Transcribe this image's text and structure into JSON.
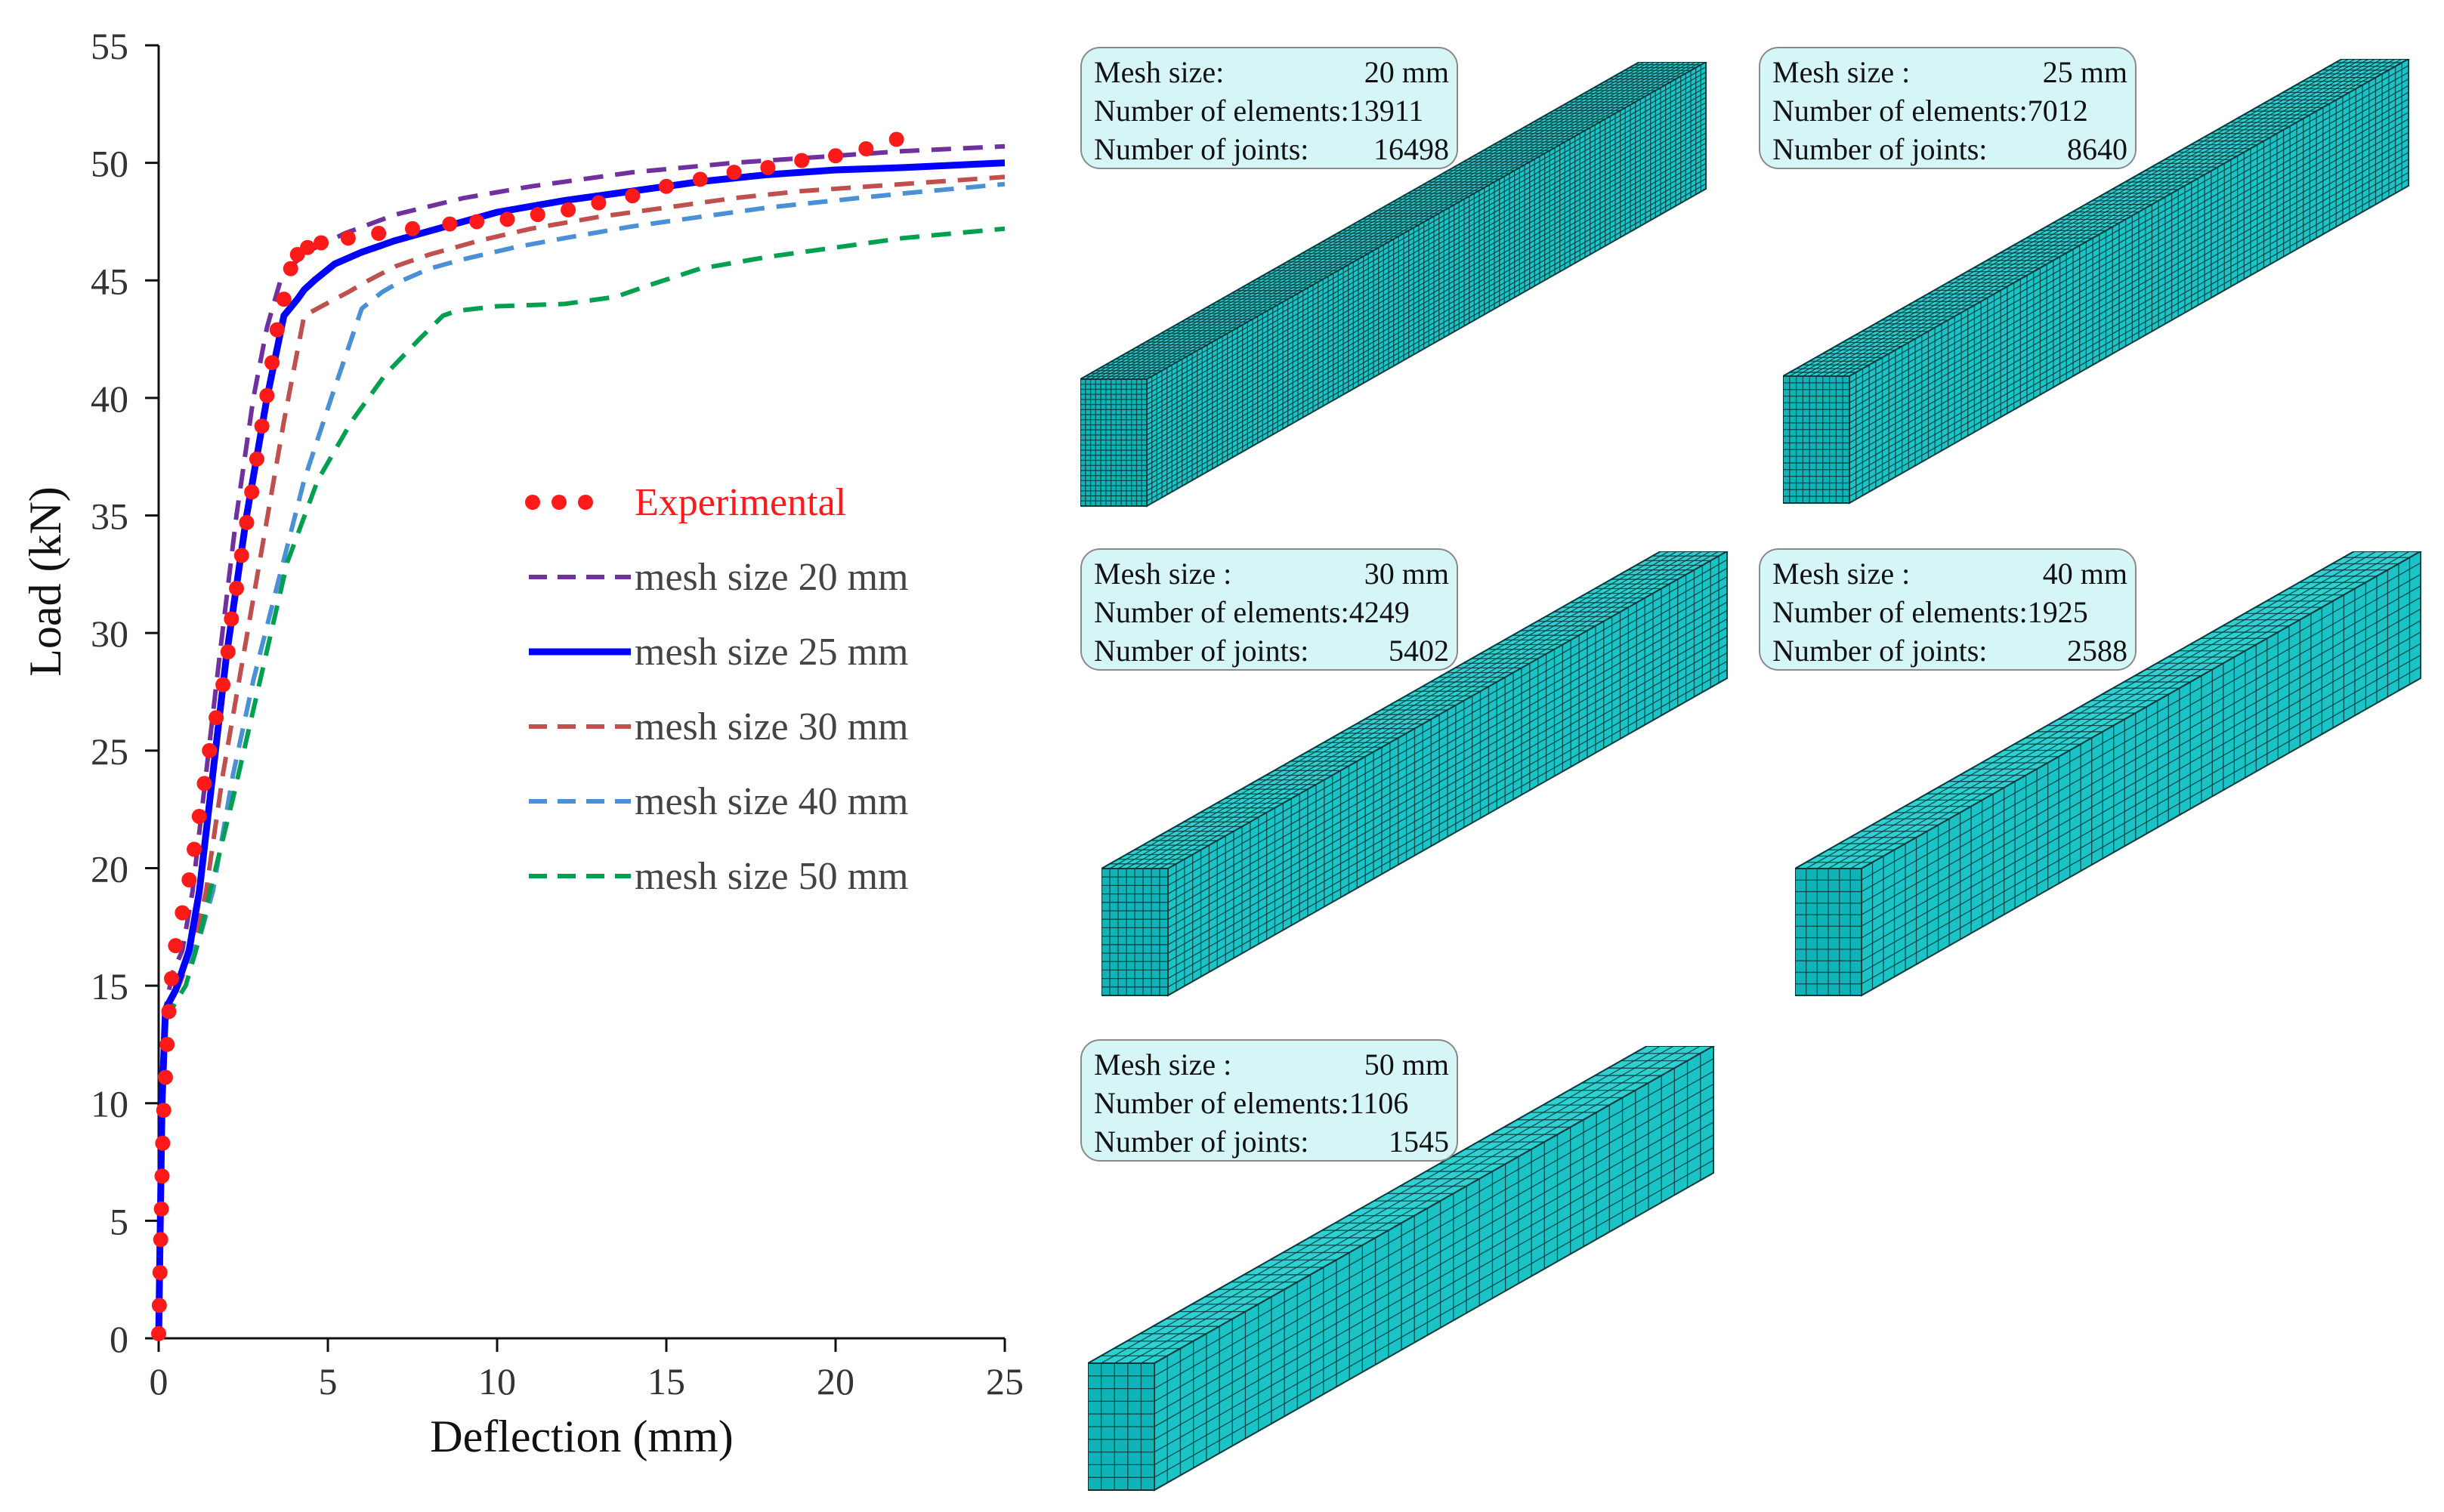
{
  "chart_data": {
    "type": "line",
    "xlabel": "Deflection (mm)",
    "ylabel": "Load (kN)",
    "xlim": [
      0,
      25
    ],
    "ylim": [
      0,
      55
    ],
    "xticks": [
      "0",
      "5",
      "10",
      "15",
      "20",
      "25"
    ],
    "yticks": [
      "0",
      "5",
      "10",
      "15",
      "20",
      "25",
      "30",
      "35",
      "40",
      "45",
      "50",
      "55"
    ],
    "grid": false,
    "legend_position": "center-right",
    "series": [
      {
        "name": "Experimental",
        "style": "dotted-markers",
        "color": "#ff1a1a",
        "x": [
          0.0,
          0.02,
          0.04,
          0.06,
          0.08,
          0.1,
          0.12,
          0.15,
          0.2,
          0.25,
          0.3,
          0.38,
          0.5,
          0.7,
          0.9,
          1.05,
          1.2,
          1.35,
          1.5,
          1.7,
          1.9,
          2.05,
          2.15,
          2.3,
          2.45,
          2.6,
          2.75,
          2.9,
          3.05,
          3.2,
          3.35,
          3.5,
          3.7,
          3.9,
          4.1,
          4.4,
          4.8,
          5.6,
          6.5,
          7.5,
          8.6,
          9.4,
          10.3,
          11.2,
          12.1,
          13.0,
          14.0,
          15.0,
          16.0,
          17.0,
          18.0,
          19.0,
          20.0,
          20.9,
          21.8
        ],
        "y": [
          0.2,
          1.4,
          2.8,
          4.2,
          5.5,
          6.9,
          8.3,
          9.7,
          11.1,
          12.5,
          13.9,
          15.3,
          16.7,
          18.1,
          19.5,
          20.8,
          22.2,
          23.6,
          25.0,
          26.4,
          27.8,
          29.2,
          30.6,
          31.9,
          33.3,
          34.7,
          36.0,
          37.4,
          38.8,
          40.1,
          41.5,
          42.9,
          44.2,
          45.5,
          46.1,
          46.4,
          46.6,
          46.8,
          47.0,
          47.2,
          47.4,
          47.5,
          47.6,
          47.8,
          48.0,
          48.3,
          48.6,
          49.0,
          49.3,
          49.6,
          49.8,
          50.1,
          50.3,
          50.6,
          51.0
        ]
      },
      {
        "name": "mesh size 20 mm",
        "style": "dashed",
        "color": "#7030a0",
        "x": [
          0.0,
          0.05,
          0.1,
          0.2,
          0.4,
          0.7,
          1.0,
          1.4,
          1.8,
          2.3,
          2.8,
          3.2,
          3.5,
          3.6,
          3.8,
          4.5,
          5.5,
          7.0,
          9.0,
          11.0,
          14.0,
          17.0,
          20.0,
          22.0,
          25.0
        ],
        "y": [
          0.0,
          5.0,
          10.0,
          14.0,
          15.5,
          16.5,
          19.0,
          24.0,
          29.0,
          35.0,
          40.0,
          43.0,
          44.5,
          45.0,
          45.5,
          46.3,
          47.0,
          47.8,
          48.5,
          49.0,
          49.6,
          50.0,
          50.3,
          50.5,
          50.7
        ]
      },
      {
        "name": "mesh size 25 mm",
        "style": "solid",
        "color": "#0000ff",
        "x": [
          0.0,
          0.05,
          0.1,
          0.2,
          0.5,
          0.9,
          1.2,
          1.6,
          2.0,
          2.6,
          3.2,
          3.7,
          4.1,
          4.3,
          4.6,
          5.2,
          6.0,
          7.0,
          8.5,
          10.0,
          12.0,
          14.0,
          16.0,
          18.0,
          20.0,
          22.0,
          25.0
        ],
        "y": [
          0.0,
          5.0,
          10.0,
          14.0,
          14.8,
          16.5,
          19.0,
          24.0,
          29.0,
          35.0,
          40.0,
          43.5,
          44.2,
          44.6,
          45.0,
          45.7,
          46.2,
          46.7,
          47.3,
          47.9,
          48.4,
          48.8,
          49.2,
          49.5,
          49.7,
          49.8,
          50.0
        ]
      },
      {
        "name": "mesh size 30 mm",
        "style": "dashed",
        "color": "#c0504d",
        "x": [
          0.0,
          0.05,
          0.1,
          0.2,
          0.6,
          1.0,
          1.4,
          1.9,
          2.5,
          3.1,
          3.7,
          4.3,
          5.2,
          5.6,
          6.2,
          7.0,
          8.0,
          9.5,
          11.0,
          13.0,
          15.0,
          17.0,
          19.0,
          21.0,
          23.0,
          25.0
        ],
        "y": [
          0.0,
          5.0,
          10.0,
          14.0,
          15.0,
          16.5,
          19.0,
          24.0,
          29.0,
          34.0,
          39.0,
          43.5,
          44.2,
          44.5,
          45.0,
          45.6,
          46.1,
          46.7,
          47.2,
          47.7,
          48.1,
          48.5,
          48.8,
          49.0,
          49.2,
          49.4
        ]
      },
      {
        "name": "mesh size 40 mm",
        "style": "dashed",
        "color": "#4a90d6",
        "x": [
          0.0,
          0.05,
          0.1,
          0.2,
          0.7,
          1.2,
          1.6,
          2.2,
          2.8,
          3.5,
          4.3,
          5.1,
          6.0,
          6.6,
          7.2,
          8.0,
          9.0,
          10.5,
          12.0,
          14.0,
          16.0,
          18.0,
          20.0,
          22.0,
          25.0
        ],
        "y": [
          0.0,
          5.0,
          10.0,
          14.0,
          15.5,
          17.0,
          19.0,
          24.0,
          28.0,
          32.0,
          36.5,
          40.0,
          43.8,
          44.5,
          45.0,
          45.5,
          45.9,
          46.4,
          46.8,
          47.3,
          47.7,
          48.1,
          48.4,
          48.7,
          49.1
        ]
      },
      {
        "name": "mesh size 50 mm",
        "style": "dashed",
        "color": "#00a050",
        "x": [
          0.0,
          0.05,
          0.1,
          0.2,
          0.5,
          0.8,
          1.2,
          1.6,
          2.2,
          3.0,
          3.8,
          4.7,
          5.7,
          6.7,
          7.7,
          8.4,
          8.8,
          10.0,
          12.0,
          13.5,
          14.5,
          16.0,
          18.0,
          20.0,
          22.0,
          25.0
        ],
        "y": [
          0.0,
          5.0,
          10.0,
          13.5,
          14.3,
          15.0,
          17.0,
          19.5,
          23.0,
          28.0,
          33.0,
          36.5,
          39.0,
          41.0,
          42.5,
          43.5,
          43.7,
          43.9,
          44.0,
          44.3,
          44.8,
          45.5,
          46.0,
          46.4,
          46.8,
          47.2
        ]
      }
    ]
  },
  "mesh_panels": [
    {
      "id": "20",
      "mesh_size_label": "Mesh size:",
      "mesh_size": "20 mm",
      "elements_label": "Number of elements:",
      "elements": "13911",
      "joints_label": "Number of joints:",
      "joints": "16498",
      "divisions": 13
    },
    {
      "id": "25",
      "mesh_size_label": "Mesh size :",
      "mesh_size": "25 mm",
      "elements_label": "Number of elements:",
      "elements": "7012",
      "joints_label": "Number of joints:",
      "joints": "8640",
      "divisions": 10
    },
    {
      "id": "30",
      "mesh_size_label": "Mesh size :",
      "mesh_size": "30 mm",
      "elements_label": "Number of elements:",
      "elements": "4249",
      "joints_label": "Number of joints:",
      "joints": "5402",
      "divisions": 8
    },
    {
      "id": "40",
      "mesh_size_label": "Mesh size :",
      "mesh_size": "40 mm",
      "elements_label": "Number of elements:",
      "elements": "1925",
      "joints_label": "Number of joints:",
      "joints": "2588",
      "divisions": 6
    },
    {
      "id": "50",
      "mesh_size_label": "Mesh size :",
      "mesh_size": "50 mm",
      "elements_label": "Number of elements:",
      "elements": "1106",
      "joints_label": "Number of joints:",
      "joints": "1545",
      "divisions": 5
    }
  ],
  "colors": {
    "mesh_fill": "#19c3c6",
    "mesh_fill_front": "#0fb4b8",
    "mesh_fill_top": "#2fd0d2",
    "mesh_line": "#06383a",
    "box_fill": "#d6f5f7",
    "box_border": "#8a8a8a"
  }
}
